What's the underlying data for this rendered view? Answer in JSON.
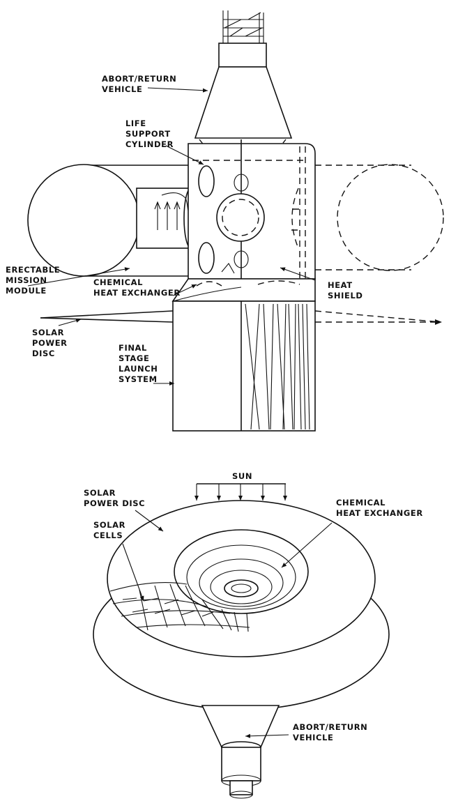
{
  "top_diagram": {
    "abort_return_vehicle": [
      "ABORT/RETURN",
      "VEHICLE"
    ],
    "life_support_cylinder": [
      "LIFE",
      "SUPPORT",
      "CYLINDER"
    ],
    "erectable_mission_module": [
      "ERECTABLE",
      "MISSION",
      "MODULE"
    ],
    "chemical_heat_exchanger": [
      "CHEMICAL",
      "HEAT EXCHANGER"
    ],
    "heat_shield": [
      "HEAT",
      "SHIELD"
    ],
    "solar_power_disc": [
      "SOLAR",
      "POWER",
      "DISC"
    ],
    "final_stage_launch_system": [
      "FINAL",
      "STAGE",
      "LAUNCH",
      "SYSTEM"
    ]
  },
  "bottom_diagram": {
    "sun": "SUN",
    "solar_power_disc": [
      "SOLAR",
      "POWER DISC"
    ],
    "solar_cells": [
      "SOLAR",
      "CELLS"
    ],
    "chemical_heat_exchanger": [
      "CHEMICAL",
      "HEAT EXCHANGER"
    ],
    "abort_return_vehicle": [
      "ABORT/RETURN",
      "VEHICLE"
    ]
  }
}
